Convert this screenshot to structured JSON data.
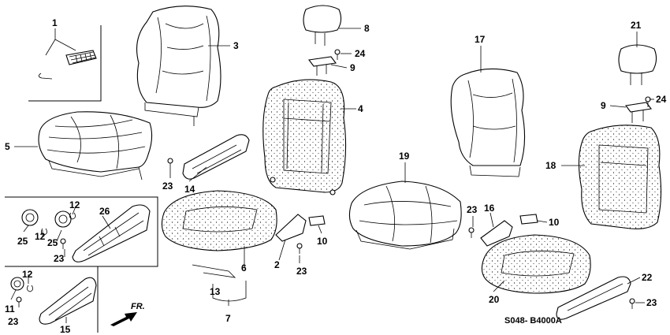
{
  "diagram_code": "S048- B4000A",
  "direction_label": "FR.",
  "callouts": {
    "c1": "1",
    "c2": "2",
    "c3": "3",
    "c4": "4",
    "c5": "5",
    "c6": "6",
    "c7": "7",
    "c8": "8",
    "c9a": "9",
    "c9b": "9",
    "c10a": "10",
    "c10b": "10",
    "c11": "11",
    "c12a": "12",
    "c12b": "12",
    "c12c": "12",
    "c13": "13",
    "c14": "14",
    "c15": "15",
    "c16": "16",
    "c17": "17",
    "c18": "18",
    "c19": "19",
    "c20": "20",
    "c21": "21",
    "c22": "22",
    "c23a": "23",
    "c23b": "23",
    "c23c": "23",
    "c23d": "23",
    "c23e": "23",
    "c23f": "23",
    "c24a": "24",
    "c24b": "24",
    "c25a": "25",
    "c25b": "25",
    "c26": "26"
  },
  "colors": {
    "line": "#000000",
    "background": "#ffffff"
  }
}
